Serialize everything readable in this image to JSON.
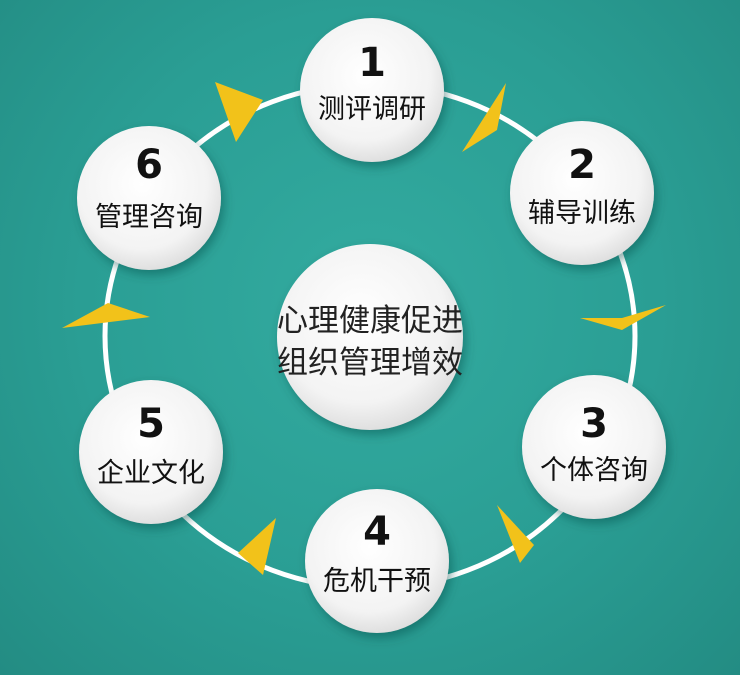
{
  "center": {
    "line1": "心理健康促进",
    "line2": "组织管理增效"
  },
  "nodes": [
    {
      "number": "1",
      "label": "测评调研"
    },
    {
      "number": "2",
      "label": "辅导训练"
    },
    {
      "number": "3",
      "label": "个体咨询"
    },
    {
      "number": "4",
      "label": "危机干预"
    },
    {
      "number": "5",
      "label": "企业文化"
    },
    {
      "number": "6",
      "label": "管理咨询"
    }
  ],
  "colors": {
    "background": "#2a9f95",
    "ring": "#ffffff",
    "arrow": "#f2c21a",
    "circle": "#f4f4f4",
    "text": "#111111"
  }
}
